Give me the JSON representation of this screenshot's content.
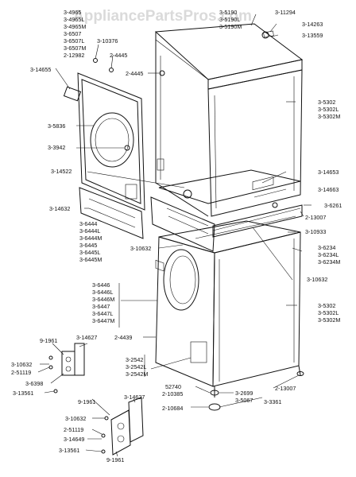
{
  "watermark": "AppliancePartsPros.com",
  "labels": [
    "3-4965",
    "3-4965L",
    "3-4965M",
    "3-6507",
    "3-6507L",
    "3-6507M",
    "2-12982",
    "3-10376",
    "2-4445",
    "3-5190",
    "3-5190L",
    "3-5190M",
    "3-11294",
    "3-14263",
    "3-13559",
    "2-4445",
    "3-14655",
    "3-5836",
    "3-3942",
    "3-14522",
    "3-14632",
    "3-5302",
    "3-5302L",
    "3-5302M",
    "3-14653",
    "3-14663",
    "3-6261",
    "2-13007",
    "3-10933",
    "3-6234",
    "3-6234L",
    "3-6234M",
    "3-10632",
    "3-6444",
    "3-6444L",
    "3-6444M",
    "3-6445",
    "3-6445L",
    "3-6445M",
    "3-10632",
    "3-6446",
    "3-6446L",
    "3-6446M",
    "3-6447",
    "3-6447L",
    "3-6447M",
    "3-5302",
    "3-5302L",
    "3-5302M",
    "2-4439",
    "3-2542",
    "3-2542L",
    "3-2542M",
    "52740",
    "2-10385",
    "3-2699",
    "3-5067",
    "2-13007",
    "3-3361",
    "2-10684",
    "9-1961",
    "3-14627",
    "3-10632",
    "2-51119",
    "3-6398",
    "3-13561",
    "9-1961",
    "3-14627",
    "3-10632",
    "2-51119",
    "3-14649",
    "3-13561",
    "9-1961"
  ]
}
